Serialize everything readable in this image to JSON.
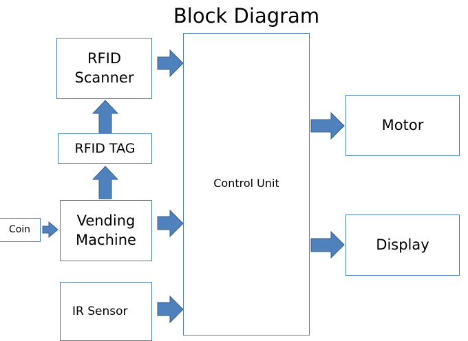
{
  "title": "Block Diagram",
  "blocks": {
    "rfid_scanner": "RFID\nScanner",
    "rfid_tag": "RFID TAG",
    "vending_machine": "Vending\nMachine",
    "coin": "Coin",
    "ir_sensor": "IR Sensor",
    "control_unit": "Control Unit",
    "motor": "Motor",
    "display": "Display"
  },
  "colors": {
    "arrow_fill": "#4f81bd",
    "arrow_stroke": "#385d8a",
    "box_border": "#4a7ebb"
  }
}
